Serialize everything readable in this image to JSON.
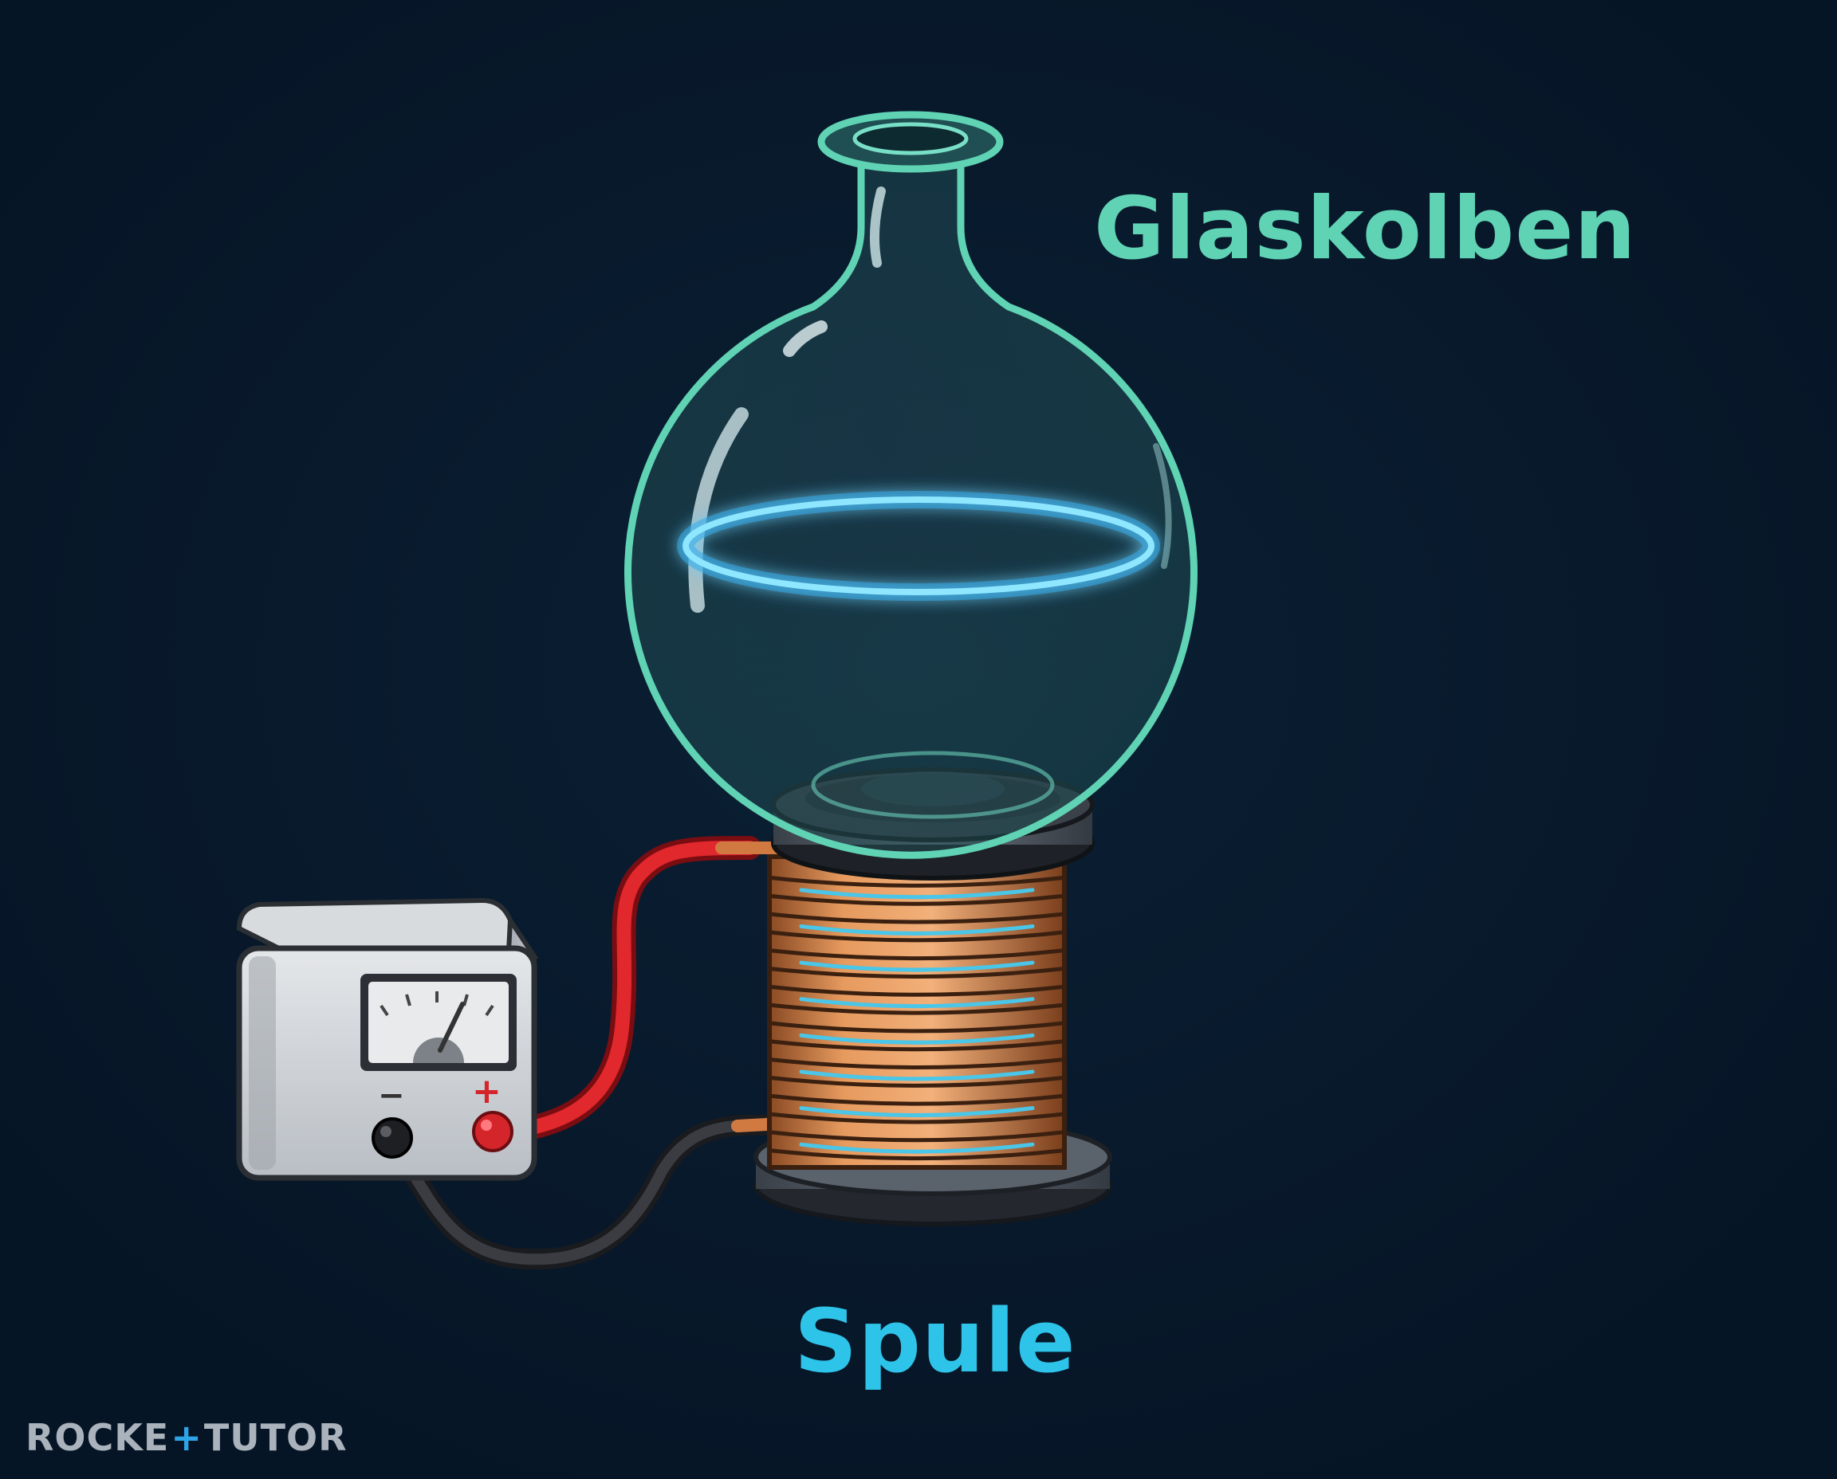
{
  "labels": {
    "flask": "Glaskolben",
    "coil": "Spule"
  },
  "power_supply": {
    "minus_sign": "−",
    "plus_sign": "+"
  },
  "logo": {
    "left": "ROCKE",
    "symbol": "+",
    "right": "TUTOR"
  },
  "colors": {
    "background": "#07182a",
    "flask_outline": "#5fd3b4",
    "glow_ring": "#4fd2ff",
    "coil_copper": "#d98a52",
    "coil_blue_stripe": "#49c6e8",
    "red_cable": "#e0282d",
    "black_cable": "#2e2e33",
    "label_flask": "#5fd3b4",
    "label_coil": "#2ec4ea"
  },
  "icons": [
    "power-supply-icon",
    "voltmeter-icon",
    "glass-flask-icon",
    "coil-icon",
    "glow-ring-icon"
  ]
}
